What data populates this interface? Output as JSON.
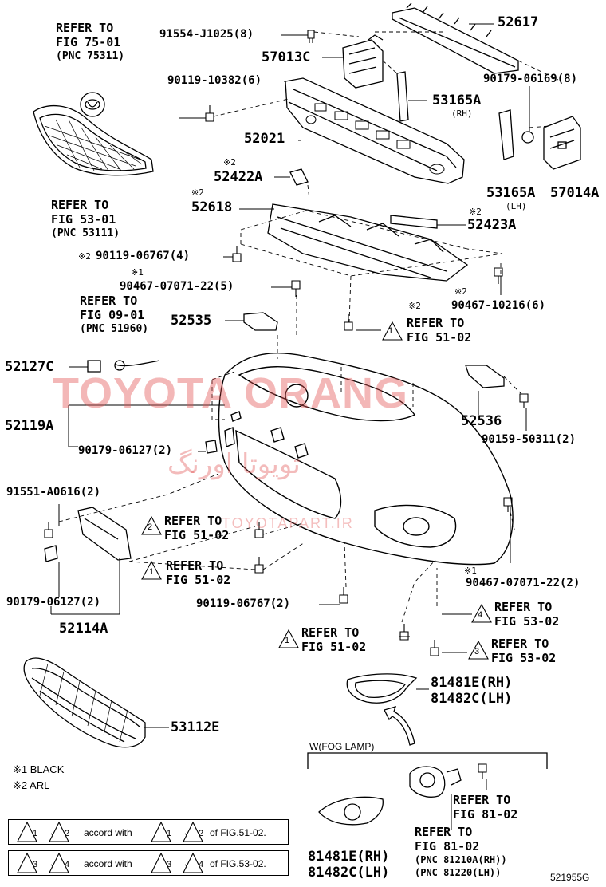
{
  "diagram_id": "521955G",
  "watermark": {
    "brand": "TOYOTA ORANG",
    "persian": "تویوتا اورنگ",
    "site": "TOYOTAPART.IR",
    "color": "#e25454"
  },
  "labels": {
    "refer_75": {
      "line1": "REFER TO",
      "line2": "FIG 75-01",
      "line3": "(PNC 75311)"
    },
    "refer_53_01": {
      "line1": "REFER TO",
      "line2": "FIG 53-01",
      "line3": "(PNC 53111)"
    },
    "refer_09": {
      "line1": "REFER TO",
      "line2": "FIG 09-01",
      "line3": "(PNC 51960)"
    },
    "p91554": "91554-J1025(8)",
    "p57013c": "57013C",
    "p90119_10382": "90119-10382(6)",
    "p52021": "52021",
    "p52617": "52617",
    "p90179_06169": "90179-06169(8)",
    "p53165a_rh": "53165A",
    "rh": "(RH)",
    "p53165a_lh": "53165A",
    "lh": "(LH)",
    "p57014a": "57014A",
    "mark2": "※2",
    "mark1": "※1",
    "p52422a": "52422A",
    "p52618": "52618",
    "p52423a": "52423A",
    "p90119_06767_4": "90119-06767(4)",
    "p90467_07071_5": "90467-07071-22(5)",
    "p90467_10216": "90467-10216(6)",
    "p52535": "52535",
    "refer_51_a": {
      "line1": "REFER TO",
      "line2": "FIG 51-02"
    },
    "p52127c": "52127C",
    "p52119a": "52119A",
    "p90179_06127_a": "90179-06127(2)",
    "p52536": "52536",
    "p90159_50311": "90159-50311(2)",
    "p91551": "91551-A0616(2)",
    "refer_51_b": {
      "line1": "REFER TO",
      "line2": "FIG 51-02"
    },
    "refer_51_c": {
      "line1": "REFER TO",
      "line2": "FIG 51-02"
    },
    "p90467_07071_2": "90467-07071-22(2)",
    "p90179_06127_b": "90179-06127(2)",
    "p52114a": "52114A",
    "p90119_06767_2": "90119-06767(2)",
    "refer_53_02_a": {
      "line1": "REFER TO",
      "line2": "FIG 53-02"
    },
    "refer_53_02_b": {
      "line1": "REFER TO",
      "line2": "FIG 53-02"
    },
    "refer_51_d": {
      "line1": "REFER TO",
      "line2": "FIG 51-02"
    },
    "p53112e": "53112E",
    "p81481e_a": "81481E(RH)",
    "p81482c_a": "81482C(LH)",
    "fog_lamp": "W(FOG LAMP)",
    "refer_81_a": {
      "line1": "REFER TO",
      "line2": "FIG 81-02"
    },
    "refer_81_b": {
      "line1": "REFER TO",
      "line2": "FIG 81-02",
      "line3": "(PNC 81210A(RH))",
      "line4": "(PNC 81220(LH))"
    },
    "p81481e_b": "81481E(RH)",
    "p81482c_b": "81482C(LH)"
  },
  "notes": {
    "note1": "※1 BLACK",
    "note2": "※2 ARL"
  },
  "triangle_marks": {
    "t1": "1",
    "t2": "2",
    "t3": "3",
    "t4": "4"
  },
  "legend": [
    {
      "a": "1",
      "b": "2",
      "sep": "、",
      "text": "accord with",
      "c": "1",
      "d": "2",
      "suffix": "of FIG.51-02."
    },
    {
      "a": "3",
      "b": "4",
      "sep": "、",
      "text": "accord with",
      "c": "3",
      "d": "4",
      "suffix": "of FIG.53-02."
    }
  ]
}
